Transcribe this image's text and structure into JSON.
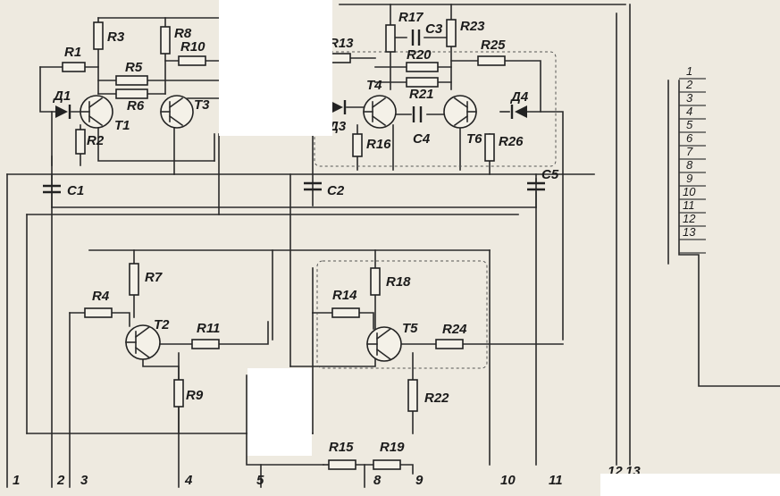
{
  "components": {
    "resistors": [
      "R1",
      "R2",
      "R3",
      "R4",
      "R5",
      "R6",
      "R7",
      "R8",
      "R9",
      "R10",
      "R11",
      "R13",
      "R14",
      "R15",
      "R16",
      "R17",
      "R18",
      "R19",
      "R20",
      "R21",
      "R22",
      "R23",
      "R24",
      "R25",
      "R26"
    ],
    "capacitors": [
      "C1",
      "C2",
      "C3",
      "C4",
      "C5"
    ],
    "transistors": [
      "T1",
      "T2",
      "T3",
      "T4",
      "T5",
      "T6"
    ],
    "diodes": [
      "Д1",
      "Д3",
      "Д4"
    ]
  },
  "bottom_terminals": [
    "1",
    "2",
    "3",
    "4",
    "5",
    "8",
    "9",
    "10",
    "11",
    "12",
    "13"
  ],
  "connector_pins": [
    "1",
    "2",
    "3",
    "4",
    "5",
    "6",
    "7",
    "8",
    "9",
    "10",
    "11",
    "12",
    "13"
  ]
}
